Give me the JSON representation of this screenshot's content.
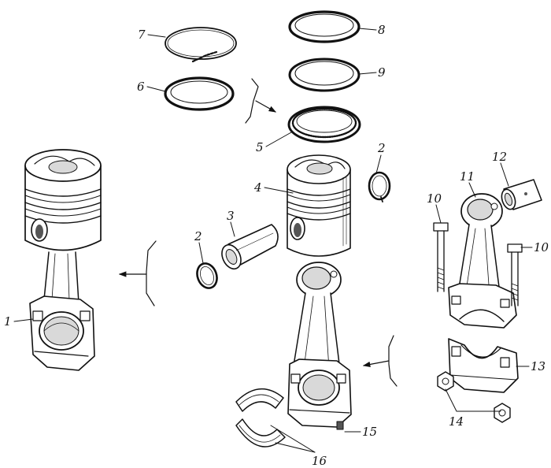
{
  "diagram": {
    "labels": {
      "l1": "1",
      "l2a": "2",
      "l2b": "2",
      "l3": "3",
      "l4": "4",
      "l5": "5",
      "l6": "6",
      "l7": "7",
      "l8": "8",
      "l9": "9",
      "l10a": "10",
      "l10b": "10",
      "l11": "11",
      "l12": "12",
      "l13": "13",
      "l14": "14",
      "l15": "15",
      "l16": "16"
    }
  },
  "colors": {
    "ink": "#111111",
    "paper": "#ffffff",
    "shade": "#d9d9d9"
  }
}
